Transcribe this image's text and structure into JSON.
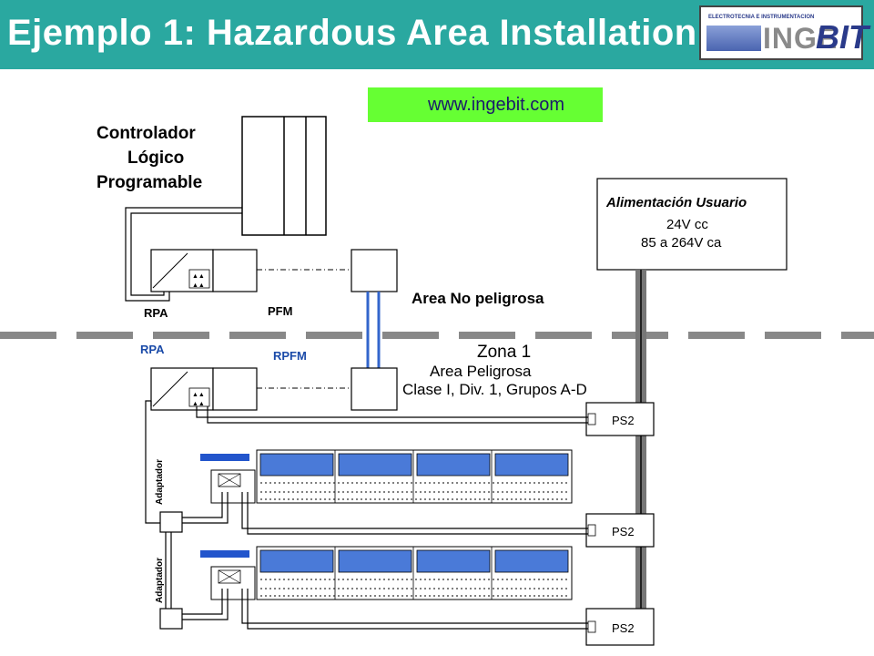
{
  "header": {
    "title": "Ejemplo 1:  Hazardous Area Installation",
    "logo_small_text": "ELECTROTECNIA E INSTRUMENTACION",
    "logo_text_a": "INGE",
    "logo_text_b": "BIT",
    "bar_color": "#2aa8a0"
  },
  "url": "www.ingebit.com",
  "plc": {
    "line1": "Controlador",
    "line2": "Lógico",
    "line3": "Programable"
  },
  "power": {
    "title": "Alimentación Usuario",
    "line1": "24V cc",
    "line2": "85 a 264V ca"
  },
  "safe_area": {
    "label": "Area No peligrosa",
    "rpa": "RPA",
    "pfm": "PFM"
  },
  "hazard_area": {
    "rpa": "RPA",
    "rpfm": "RPFM",
    "zone": "Zona 1",
    "area": "Area Peligrosa",
    "classification": "Clase I, Div. 1, Grupos A-D"
  },
  "ps_labels": [
    "PS2",
    "PS2",
    "PS2"
  ],
  "adapter_labels": [
    "Adaptador",
    "Adaptador"
  ],
  "colors": {
    "accent_blue": "#3366cc",
    "module_blue": "#4a7ad8",
    "url_green": "#66ff33",
    "dark_text": "#1a1a6a"
  }
}
